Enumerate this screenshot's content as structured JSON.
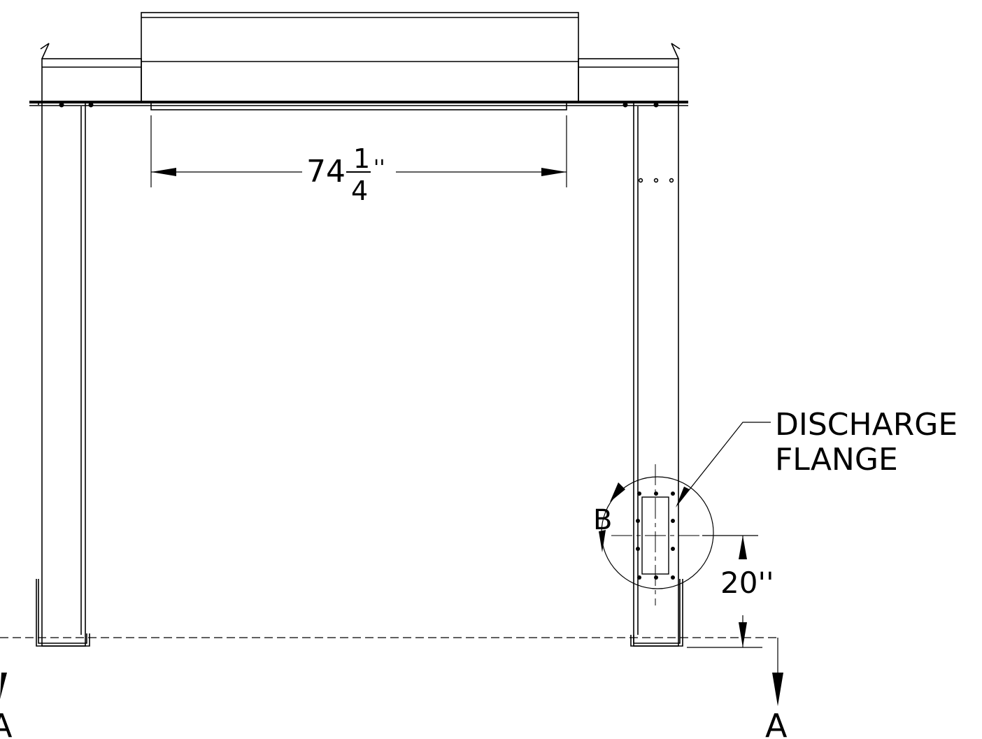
{
  "drawing": {
    "dimension_width": {
      "whole": "74",
      "numerator": "1",
      "denominator": "4",
      "unit": "''"
    },
    "dimension_height": {
      "value": "20''"
    },
    "callout_discharge": {
      "line1": "DISCHARGE",
      "line2": "FLANGE"
    },
    "detail_label": "B",
    "section_label_left": "A",
    "section_label_right": "A"
  },
  "colors": {
    "line": "#000000",
    "background": "#ffffff"
  }
}
